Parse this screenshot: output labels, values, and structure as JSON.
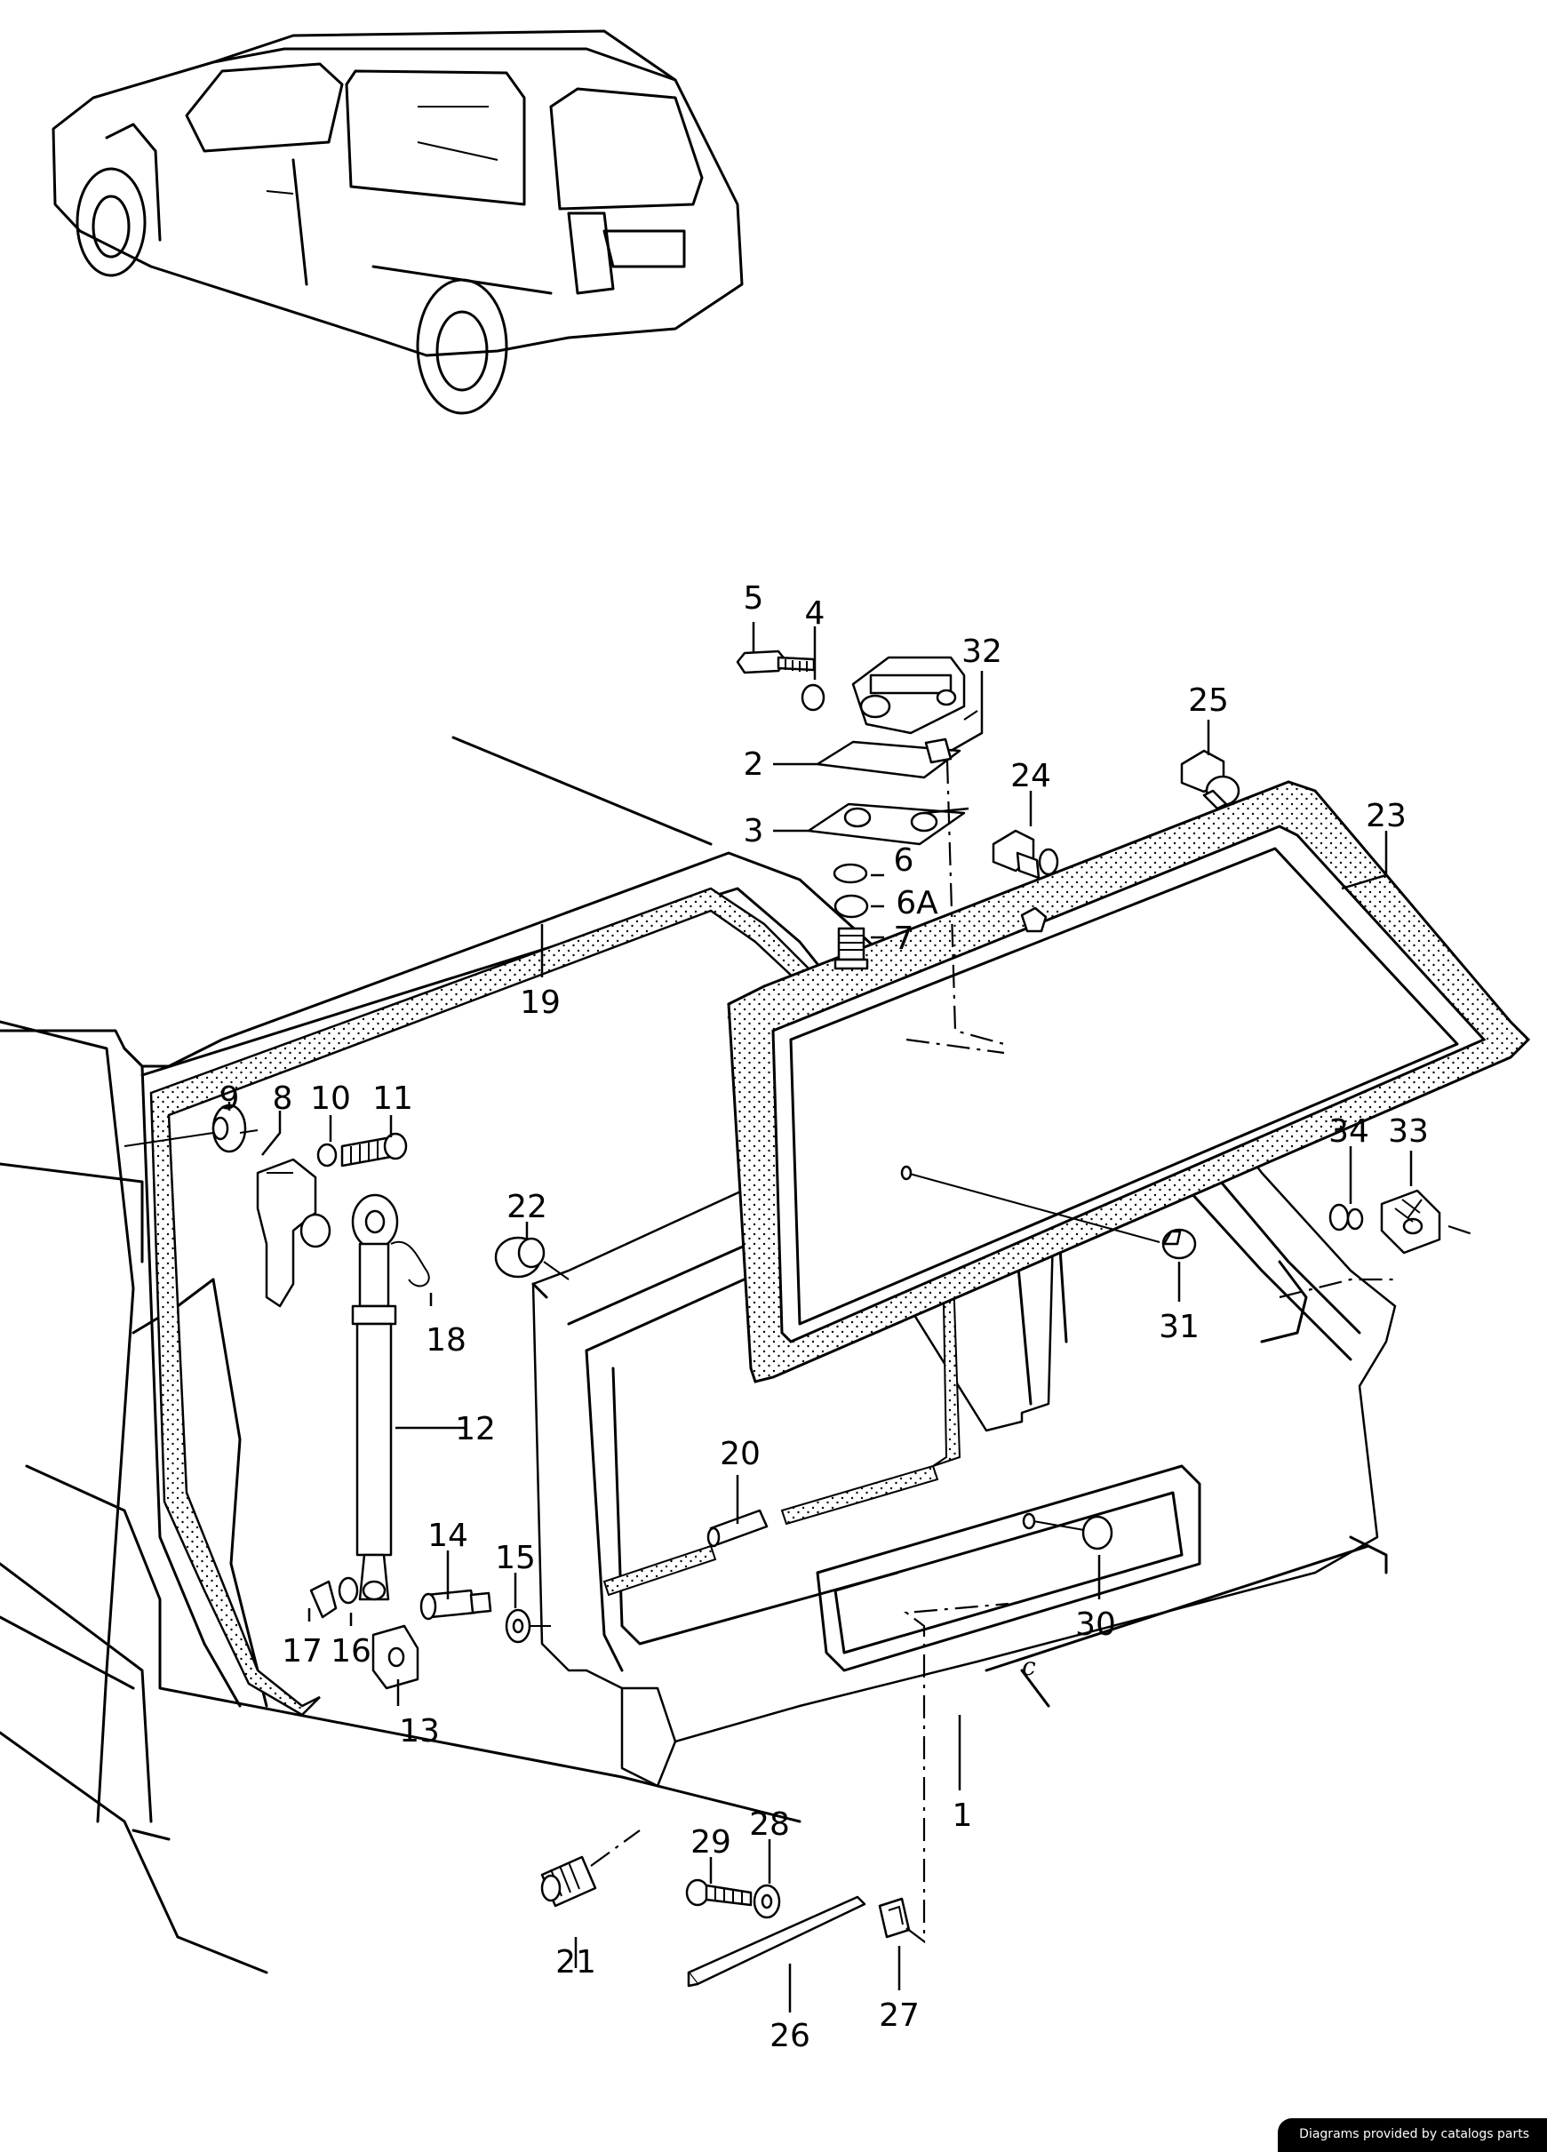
{
  "credit": "Diagrams provided by catalogs parts",
  "callouts": [
    "1",
    "2",
    "3",
    "4",
    "5",
    "6",
    "6A",
    "7",
    "8",
    "9",
    "10",
    "11",
    "12",
    "13",
    "14",
    "15",
    "16",
    "17",
    "18",
    "19",
    "20",
    "21",
    "22",
    "23",
    "24",
    "25",
    "26",
    "27",
    "28",
    "29",
    "30",
    "31",
    "32",
    "33",
    "34"
  ]
}
